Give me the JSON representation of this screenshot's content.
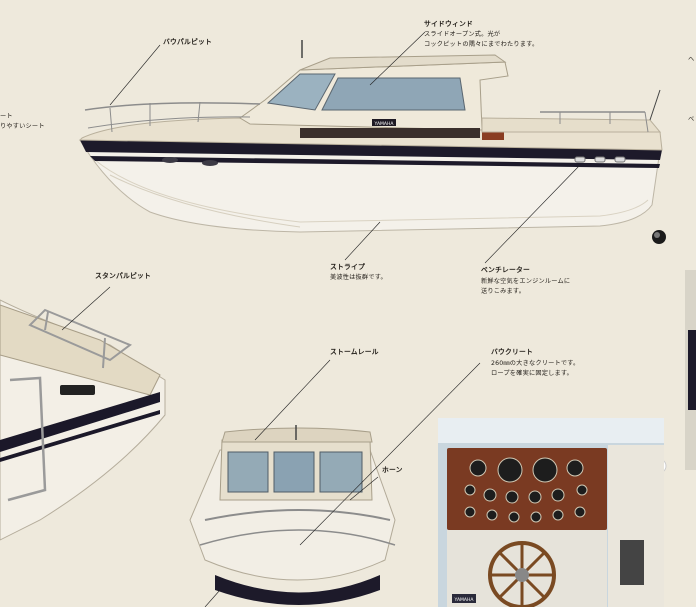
{
  "callouts": {
    "bow_rail": {
      "title": "バウパルピット"
    },
    "side_window": {
      "title": "サイドウィンド",
      "lines": [
        "スライドオープン式。光が",
        "コックピットの隅々にまでわたります。"
      ]
    },
    "stripe": {
      "title": "ストライプ",
      "lines": [
        "美波性は抜群です。"
      ]
    },
    "ventilator": {
      "title": "ベンチレーター",
      "lines": [
        "新鮮な空気をエンジンルームに",
        "送りこみます。"
      ]
    },
    "stern_rail": {
      "title": "スタンパルピット"
    },
    "storm_rail": {
      "title": "ストームレール"
    },
    "bow_cleat": {
      "title": "バウクリート",
      "lines": [
        "260㎜の大きなクリートです。",
        "ロープを確実に固定します。"
      ]
    },
    "horn": {
      "title": "ホーン"
    },
    "seat_partial": {
      "lines": [
        "ート",
        "りやすいシート"
      ]
    },
    "right_edge_partial": {
      "lines": [
        "ヘ",
        "ベ"
      ]
    }
  },
  "branding": {
    "hull_badge": "YAMAHA",
    "console_badge": "YAMAHA"
  }
}
